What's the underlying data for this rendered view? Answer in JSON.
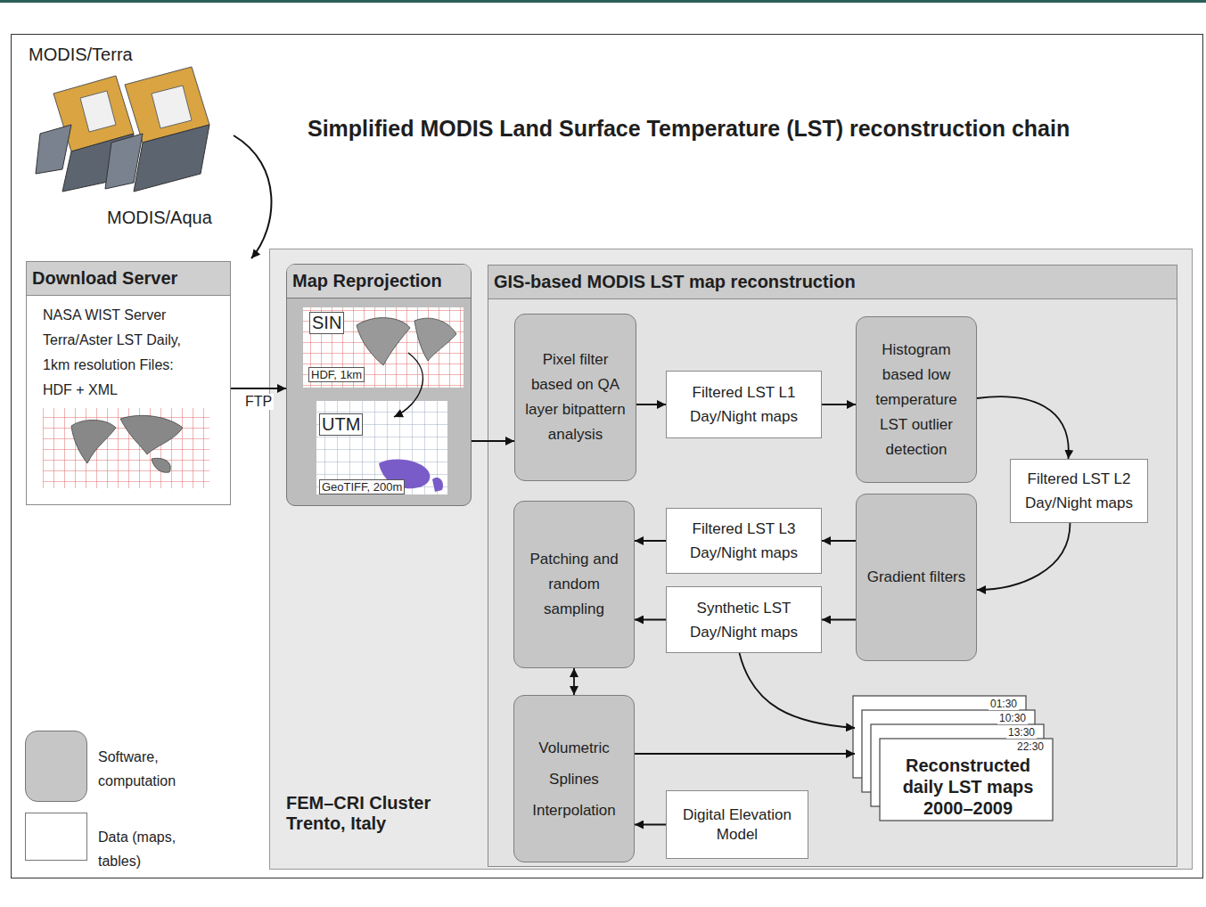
{
  "diagram": {
    "title": "Simplified MODIS Land Surface Temperature (LST) reconstruction chain",
    "nodes": [
      {
        "text": [
          "Download Server",
          "NASA WIST Server Terra/Aster LST Daily, 1km resolution Files: HDF + XML"
        ]
      },
      {
        "text": [
          "FEM–CRI Cluster Trento, Italy"
        ]
      },
      {
        "text": [
          "Map Reprojection"
        ],
        "in": 1
      },
      {
        "text": [
          "GIS-based MODIS LST map reconstruction"
        ],
        "in": 1
      },
      {
        "text": [
          "Pixel filter based on QA layer bitpattern analysis"
        ],
        "in": 3
      },
      {
        "text": [
          "Filtered LST L1 Day/Night maps"
        ],
        "in": 3
      },
      {
        "text": [
          "Histogram based low temperature LST outlier detection"
        ],
        "in": 3
      },
      {
        "text": [
          "Filtered LST L2 Day/Night maps"
        ],
        "in": 3
      },
      {
        "text": [
          "Gradient filters"
        ],
        "in": 3
      },
      {
        "text": [
          "Filtered LST L3 Day/Night maps"
        ],
        "in": 3
      },
      {
        "text": [
          "Synthetic LST Day/Night maps"
        ],
        "in": 3
      },
      {
        "text": [
          "Patching and random sampling"
        ],
        "in": 3
      },
      {
        "text": [
          "Volumetric Splines Interpolation"
        ],
        "in": 3
      },
      {
        "text": [
          "Digital Elevation Model"
        ],
        "in": 3
      },
      {
        "text": [
          "Reconstructed daily LST maps 2000–2009"
        ],
        "in": 3
      }
    ],
    "edges": [
      {
        "from": 0,
        "to": 2,
        "label": "FTP",
        "arrow": "to"
      },
      {
        "from": 2,
        "to": 4,
        "arrow": "to"
      },
      {
        "from": 4,
        "to": 5,
        "arrow": "to"
      },
      {
        "from": 5,
        "to": 6,
        "arrow": "to"
      },
      {
        "from": 6,
        "to": 7,
        "arrow": "to"
      },
      {
        "from": 7,
        "to": 8,
        "arrow": "to"
      },
      {
        "from": 8,
        "to": 9,
        "arrow": "to"
      },
      {
        "from": 8,
        "to": 10,
        "arrow": "to"
      },
      {
        "from": 9,
        "to": 11,
        "arrow": "to"
      },
      {
        "from": 10,
        "to": 11,
        "arrow": "to"
      },
      {
        "from": 11,
        "to": 12,
        "arrow": "both"
      },
      {
        "from": 13,
        "to": 12,
        "arrow": "to"
      },
      {
        "from": 12,
        "to": 14,
        "arrow": "to"
      },
      {
        "from": 10,
        "to": 14,
        "arrow": "to"
      }
    ],
    "labels": [
      "MODIS/Terra",
      "MODIS/Aqua",
      "SIN",
      "HDF, 1km",
      "UTM",
      "GeoTIFF, 200m",
      "01:30",
      "10:30",
      "13:30",
      "22:30"
    ],
    "legend": [
      {
        "text": "Software, computation",
        "color": "#c6c6c6"
      },
      {
        "text": "Data (maps, tables)",
        "color": "#ffffff"
      }
    ]
  }
}
